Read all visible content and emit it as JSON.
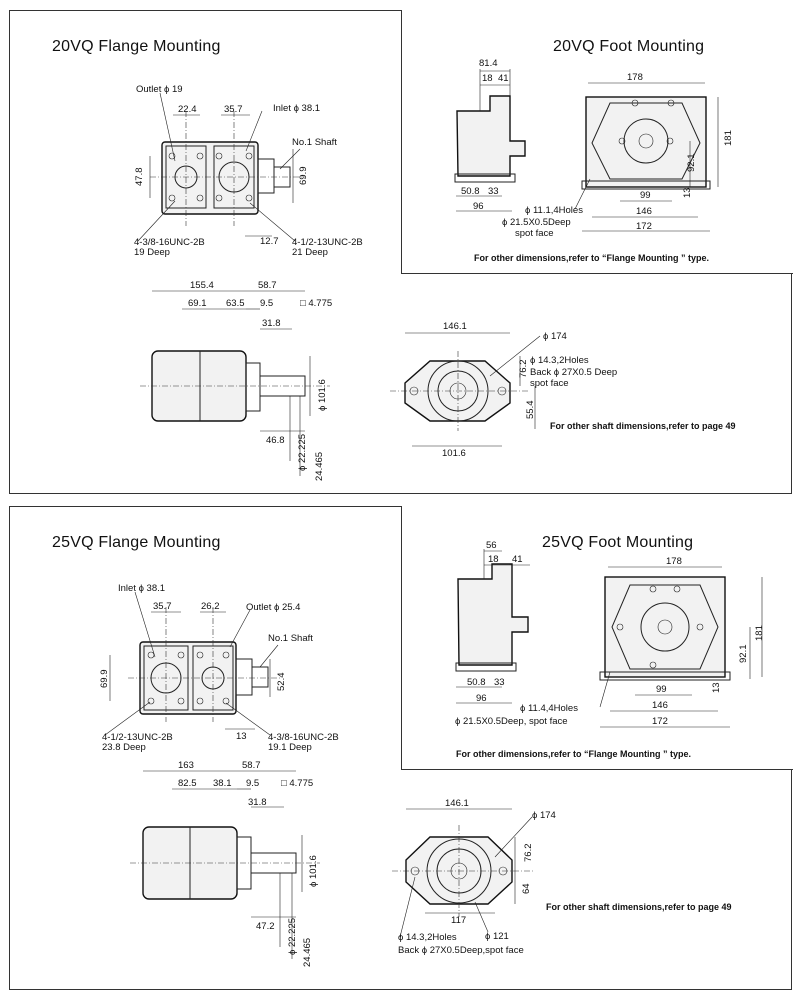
{
  "top": {
    "flange": {
      "title": "20VQ Flange Mounting",
      "outlet": "Outlet ϕ 19",
      "inlet": "Inlet ϕ 38.1",
      "d22_4": "22.4",
      "d35_7": "35.7",
      "shaft": "No.1 Shaft",
      "d47_8": "47.8",
      "d69_9": "69.9",
      "d12_7": "12.7",
      "thread1": "4-3/8-16UNC-2B",
      "thread1_depth": "19 Deep",
      "thread2": "4-1/2-13UNC-2B",
      "thread2_depth": "21 Deep"
    },
    "foot": {
      "title": "20VQ Foot Mounting",
      "d81_4": "81.4",
      "d18": "18",
      "d41": "41",
      "d178": "178",
      "d181": "181",
      "d92_1": "92.1",
      "d50_8": "50.8",
      "d33": "33",
      "d96": "96",
      "d99": "99",
      "d13": "13",
      "d146": "146",
      "d172": "172",
      "holes": "ϕ 11.1,4Holes",
      "spotface": "ϕ 21.5X0.5Deep",
      "spotface2": "spot face",
      "note": "For other  dimensions,refer to “Flange Mounting ” type."
    },
    "shaft_view": {
      "d155_4": "155.4",
      "d58_7": "58.7",
      "d69_1": "69.1",
      "d63_5": "63.5",
      "d9_5": "9.5",
      "key": "□ 4.775",
      "d31_8": "31.8",
      "d101_6": "ϕ 101.6",
      "d46_8": "46.8",
      "d22_225": "ϕ 22.225",
      "d24_465": "24.465"
    },
    "front_view": {
      "d146_1": "146.1",
      "d174": "ϕ 174",
      "holes": "ϕ 14.3,2Holes",
      "back": "Back ϕ 27X0.5 Deep",
      "spot": "spot face",
      "d76_2": "76.2",
      "d55_4": "55.4",
      "d101_6": "101.6",
      "note": "For other shaft dimensions,refer to page 49"
    }
  },
  "bottom": {
    "flange": {
      "title": "25VQ Flange Mounting",
      "inlet": "Inlet ϕ 38.1",
      "outlet": "Outlet ϕ 25.4",
      "d35_7": "35.7",
      "d26_2": "26.2",
      "shaft": "No.1 Shaft",
      "d69_9": "69.9",
      "d52_4": "52.4",
      "d13": "13",
      "thread1": "4-1/2-13UNC-2B",
      "thread1_depth": "23.8 Deep",
      "thread2": "4-3/8-16UNC-2B",
      "thread2_depth": "19.1 Deep"
    },
    "foot": {
      "title": "25VQ Foot Mounting",
      "d56": "56",
      "d18": "18",
      "d41": "41",
      "d178": "178",
      "d181": "181",
      "d92_1": "92.1",
      "d50_8": "50.8",
      "d33": "33",
      "d96": "96",
      "d99": "99",
      "d13": "13",
      "d146": "146",
      "d172": "172",
      "holes": "ϕ 11.4,4Holes",
      "spotface": "ϕ 21.5X0.5Deep, spot face",
      "note": "For other  dimensions,refer to “Flange Mounting ” type."
    },
    "shaft_view": {
      "d163": "163",
      "d58_7": "58.7",
      "d82_5": "82.5",
      "d38_1": "38.1",
      "d9_5": "9.5",
      "key": "□ 4.775",
      "d31_8": "31.8",
      "d101_6": "ϕ 101.6",
      "d47_2": "47.2",
      "d22_225": "ϕ 22.225",
      "d24_465": "24.465"
    },
    "front_view": {
      "d146_1": "146.1",
      "d174": "ϕ 174",
      "d76_2": "76.2",
      "d64": "64",
      "d117": "117",
      "d121": "ϕ 121",
      "holes": "ϕ 14.3,2Holes",
      "back": "Back ϕ 27X0.5Deep,spot face",
      "note": "For other shaft dimensions,refer to page 49"
    }
  }
}
